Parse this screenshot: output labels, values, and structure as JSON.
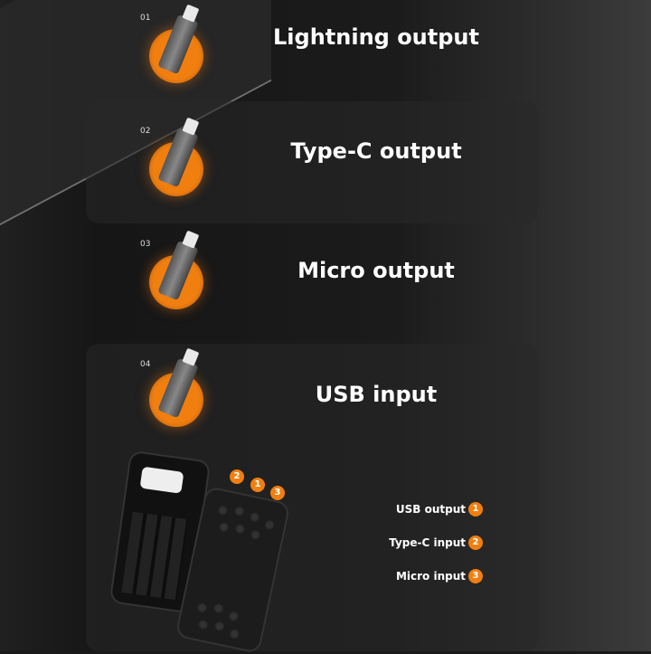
{
  "features": [
    {
      "number": "01",
      "label": "Lightning output"
    },
    {
      "number": "02",
      "label": "Type-C output"
    },
    {
      "number": "03",
      "label": "Micro output"
    },
    {
      "number": "04",
      "label": "USB input"
    }
  ],
  "port_badges": [
    "2",
    "1",
    "3"
  ],
  "legend": [
    {
      "label": "USB output",
      "badge": "1"
    },
    {
      "label": "Type-C input",
      "badge": "2"
    },
    {
      "label": "Micro input",
      "badge": "3"
    }
  ],
  "colors": {
    "accent": "#f07f10",
    "background": "#1a1a1a"
  }
}
